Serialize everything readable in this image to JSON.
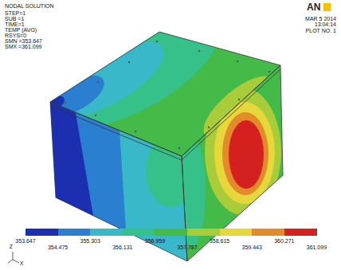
{
  "diagram": {
    "labels": [
      "NODAL SOLUTION",
      "STEP=1",
      "SUB =1",
      "TIME=1",
      "TEMP (AVG)",
      "RSYS=0",
      "SMN =353.647",
      "SMX =361.099",
      "AN",
      "MAR 5 2014",
      "13:04:14",
      "PLOT NO. 1",
      "361.099",
      "Z",
      "X"
    ],
    "legend": [
      {
        "text": "353.647",
        "color": "#1c2fb0"
      },
      {
        "text": "354.475",
        "color": "#2a7fd0"
      },
      {
        "text": "355.303",
        "color": "#38b8c8"
      },
      {
        "text": "356.131",
        "color": "#36c08a"
      },
      {
        "text": "356.959",
        "color": "#44bb48"
      },
      {
        "text": "357.787",
        "color": "#a8cc3a"
      },
      {
        "text": "358.615",
        "color": "#e6d83a"
      },
      {
        "text": "359.443",
        "color": "#e38b2a"
      },
      {
        "text": "360.271",
        "color": "#d4201e"
      }
    ]
  }
}
